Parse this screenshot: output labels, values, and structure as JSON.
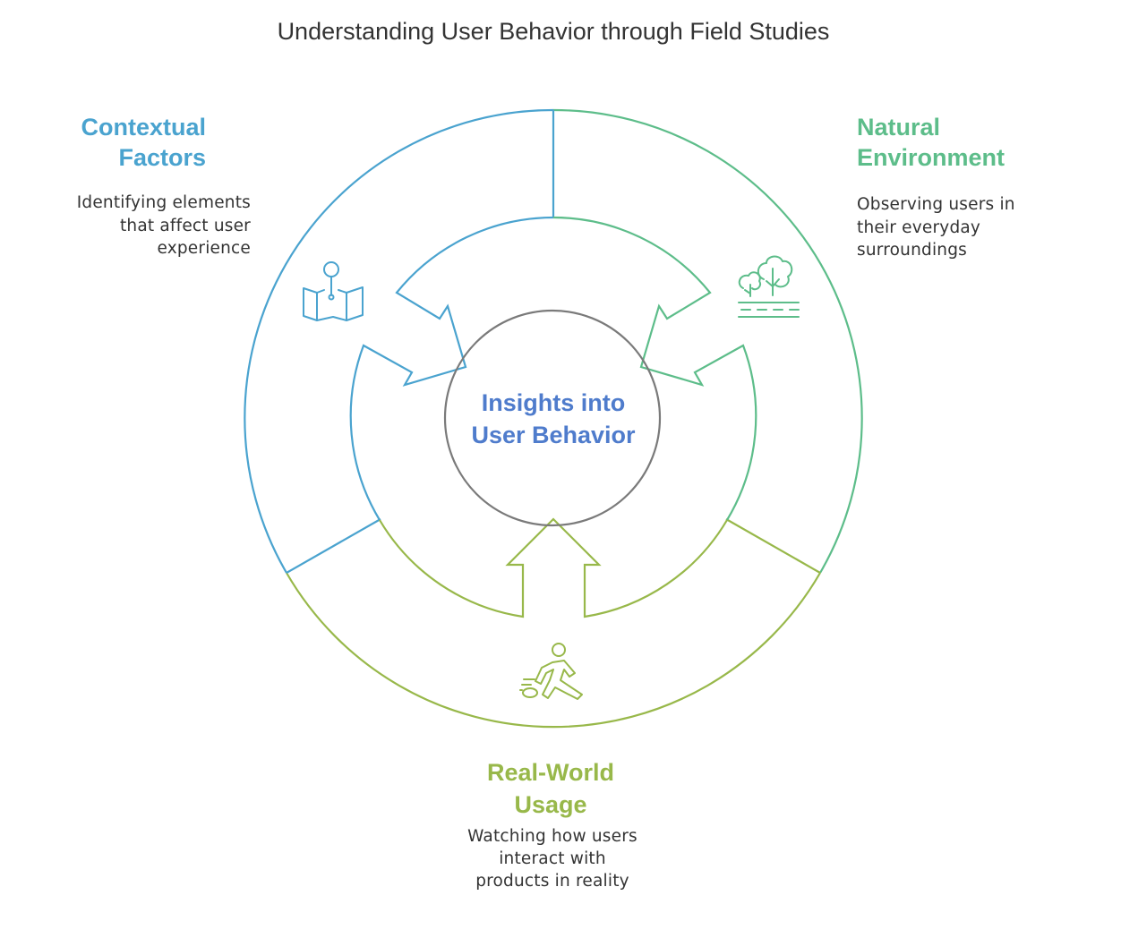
{
  "title": "Understanding User Behavior through Field Studies",
  "center": {
    "line1": "Insights into",
    "line2": "User Behavior",
    "color": "#4f7ccc"
  },
  "sections": {
    "contextual": {
      "heading_line1": "Contextual",
      "heading_line2": "Factors",
      "desc_line1": "Identifying elements",
      "desc_line2": "that affect user",
      "desc_line3": "experience",
      "icon": "map-pin-icon",
      "color": "#4aa3cf"
    },
    "natural": {
      "heading_line1": "Natural",
      "heading_line2": "Environment",
      "desc_line1": "Observing users in",
      "desc_line2": "their everyday",
      "desc_line3": "surroundings",
      "icon": "trees-icon",
      "color": "#5dbd8a"
    },
    "realworld": {
      "heading_line1": "Real-World",
      "heading_line2": "Usage",
      "desc_line1": "Watching how users",
      "desc_line2": "interact with",
      "desc_line3": "products in reality",
      "icon": "walking-person-icon",
      "color": "#98b84a"
    }
  }
}
